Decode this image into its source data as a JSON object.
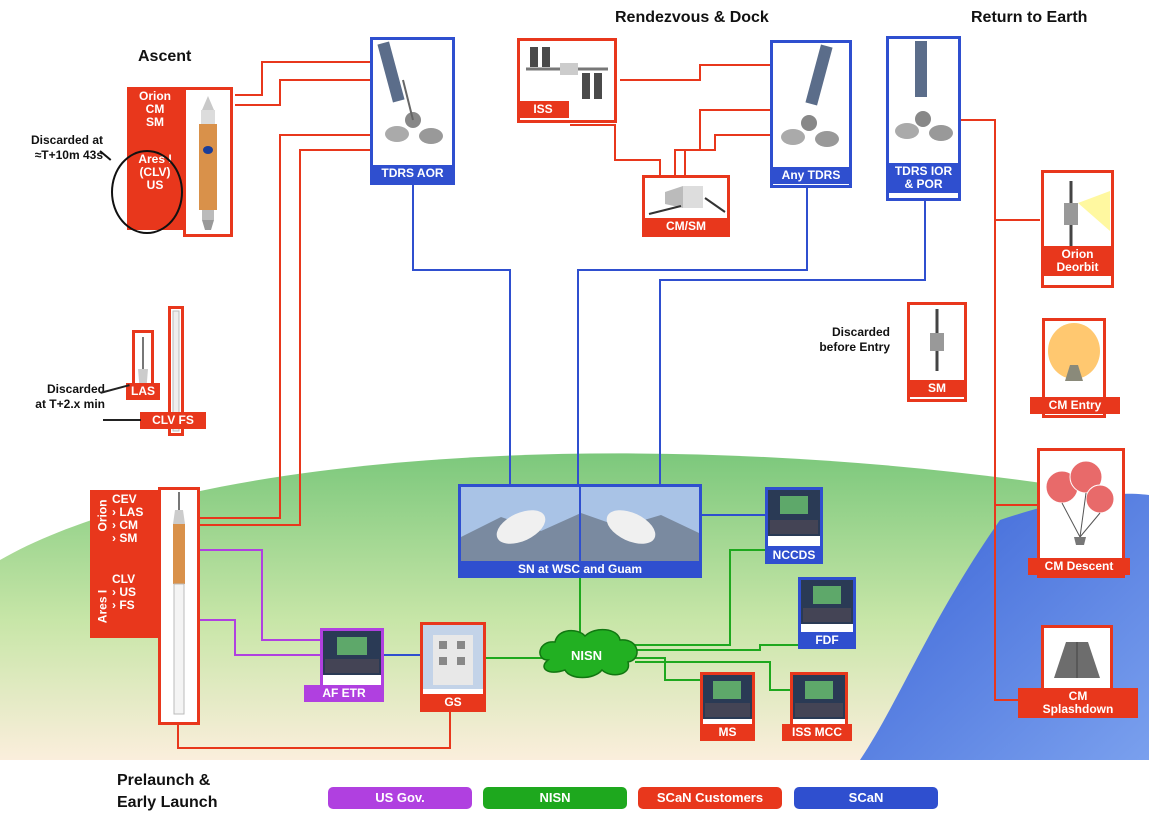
{
  "titles": {
    "ascent": "Ascent",
    "rendezvous": "Rendezvous & Dock",
    "return": "Return to Earth",
    "prelaunch_line1": "Prelaunch &",
    "prelaunch_line2": "Early Launch"
  },
  "notes": {
    "discarded_ares_1": "Discarded at",
    "discarded_ares_2": "≈T+10m 43s",
    "discarded_las_1": "Discarded",
    "discarded_las_2": "at T+2.x min",
    "discarded_sm_1": "Discarded",
    "discarded_sm_2": "before Entry"
  },
  "ascent_stack": {
    "orion": "Orion",
    "cm": "CM",
    "sm": "SM",
    "ares1": "Ares I",
    "clv": "(CLV)",
    "us": "US"
  },
  "launch_stack": {
    "orion_side": "Orion",
    "cev": "CEV",
    "las": "› LAS",
    "cm": "› CM",
    "sm": "› SM",
    "ares_side": "Ares I",
    "clv": "CLV",
    "us": "› US",
    "fs": "› FS"
  },
  "nodes": {
    "tdrs_aor": "TDRS  AOR",
    "iss": "ISS",
    "cm_sm": "CM/SM",
    "any_tdrs": "Any TDRS",
    "tdrs_ior_1": "TDRS IOR",
    "tdrs_ior_2": "& POR",
    "orion_deorbit_1": "Orion",
    "orion_deorbit_2": "Deorbit",
    "las": "LAS",
    "clv_fs": "CLV FS",
    "sm": "SM",
    "cm_entry": "CM Entry",
    "cm_descent": "CM Descent",
    "cm_splash_1": "CM",
    "cm_splash_2": "Splashdown",
    "sn": "SN at WSC and Guam",
    "nccds": "NCCDS",
    "fdf": "FDF",
    "nisn": "NISN",
    "af_etr": "AF ETR",
    "gs": "GS",
    "ms": "MS",
    "iss_mcc": "ISS MCC"
  },
  "legend": [
    {
      "label": "US Gov.",
      "color": "#b040e0"
    },
    {
      "label": "NISN",
      "color": "#1ea81e"
    },
    {
      "label": "SCaN Customers",
      "color": "#e8371c"
    },
    {
      "label": "SCaN",
      "color": "#2f4fcf"
    }
  ],
  "colors": {
    "us_gov": "#b040e0",
    "nisn": "#1ea81e",
    "customers": "#e8371c",
    "scan": "#2f4fcf",
    "ground": "#6fc36f",
    "ocean": "#2f5fcf"
  }
}
